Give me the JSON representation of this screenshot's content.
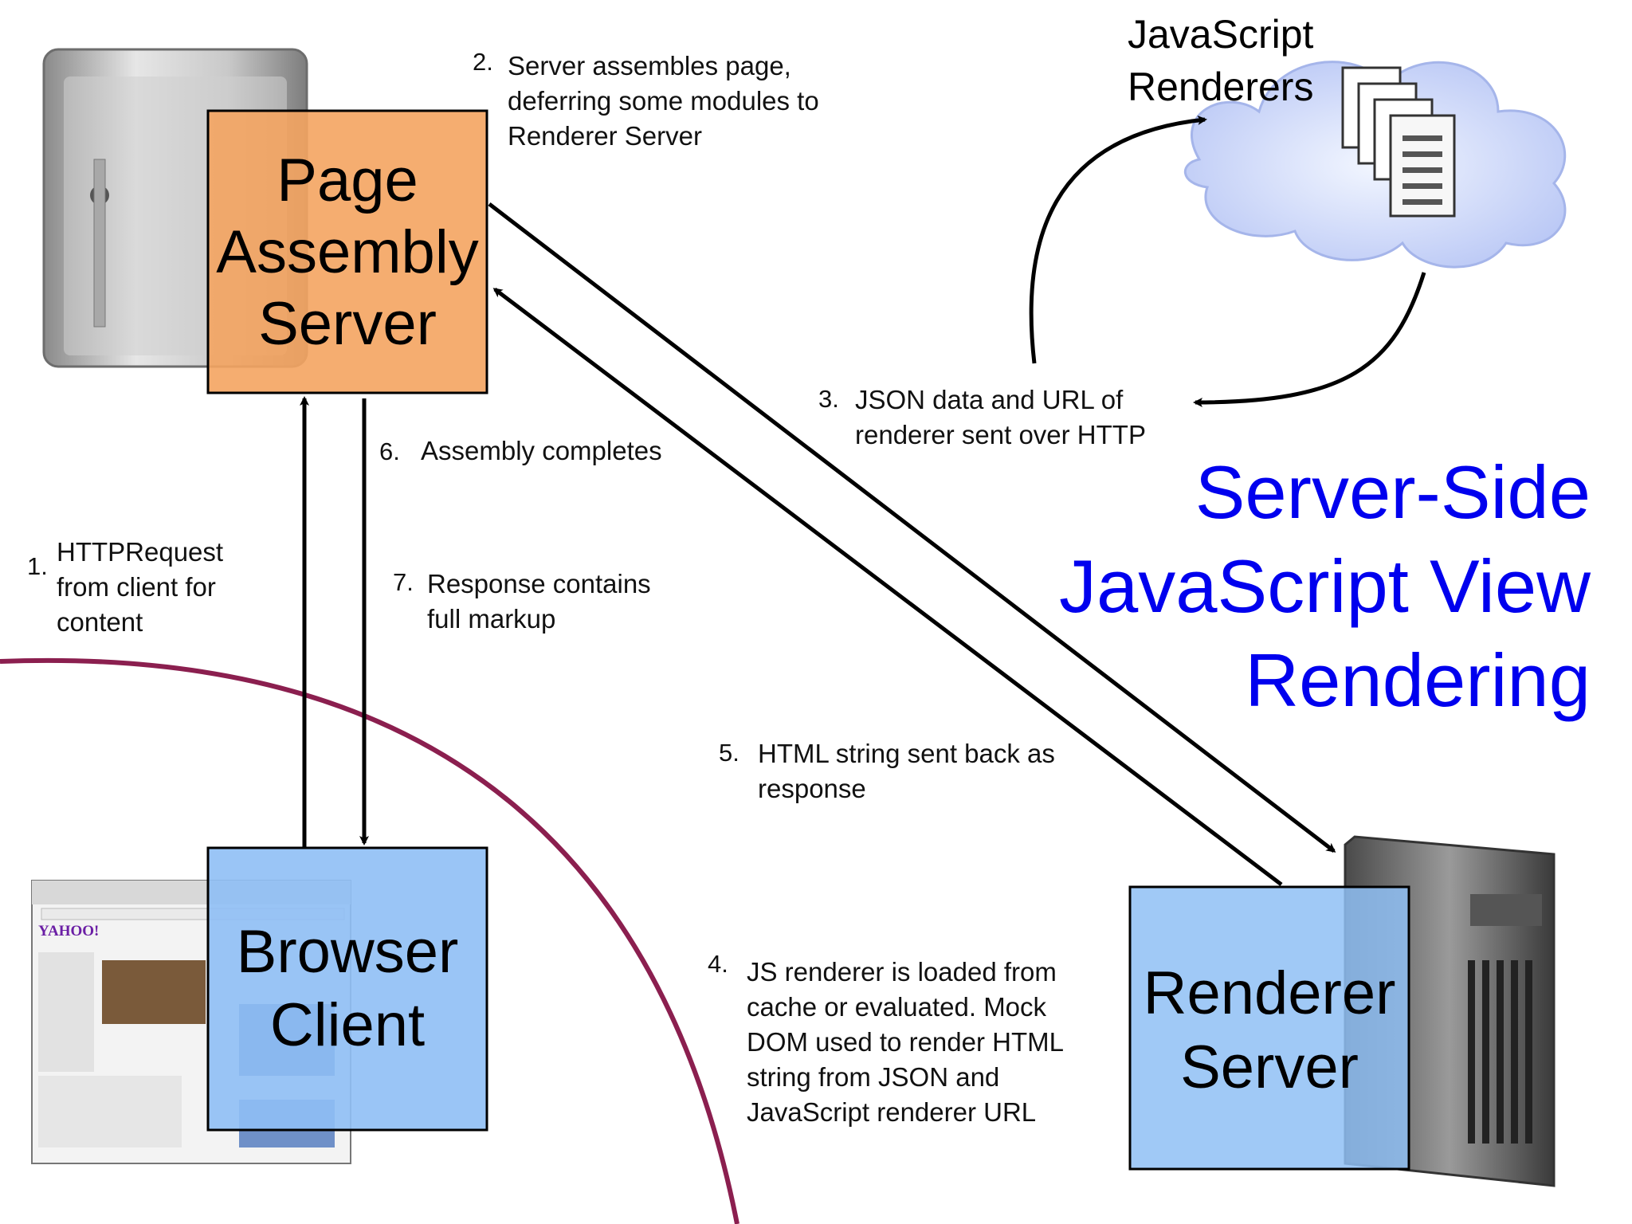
{
  "title": {
    "line1": "Server-Side",
    "line2": "JavaScript View",
    "line3": "Rendering",
    "color": "#0000ee"
  },
  "nodes": {
    "page_assembly_server": {
      "line1": "Page",
      "line2": "Assembly",
      "line3": "Server",
      "fill": "#f4a460"
    },
    "browser_client": {
      "line1": "Browser",
      "line2": "Client",
      "fill": "#8fbff5"
    },
    "renderer_server": {
      "line1": "Renderer",
      "line2": "Server",
      "fill": "#8fbff5"
    },
    "js_renderers": {
      "line1": "JavaScript",
      "line2": "Renderers"
    }
  },
  "browser_thumbnail": {
    "logo": "YAHOO!"
  },
  "steps": {
    "s1": {
      "num": "1.",
      "lines": [
        "HTTPRequest",
        "from client for",
        "content"
      ]
    },
    "s2": {
      "num": "2.",
      "lines": [
        "Server assembles page,",
        "deferring some modules to",
        "Renderer Server"
      ]
    },
    "s3": {
      "num": "3.",
      "lines": [
        "JSON data and URL of",
        "renderer sent over HTTP"
      ]
    },
    "s4": {
      "num": "4.",
      "lines": [
        "JS renderer is loaded from",
        "cache or evaluated. Mock",
        "DOM used to render HTML",
        "string from JSON and",
        "JavaScript renderer URL"
      ]
    },
    "s5": {
      "num": "5.",
      "lines": [
        "HTML string sent back as",
        "response"
      ]
    },
    "s6": {
      "num": "6.",
      "lines": [
        "Assembly completes"
      ]
    },
    "s7": {
      "num": "7.",
      "lines": [
        "Response contains",
        "full markup"
      ]
    }
  },
  "icons": {
    "server_tower": "server-tower-icon",
    "rack_server": "rack-server-icon",
    "cloud": "cloud-icon",
    "documents": "document-stack-icon"
  }
}
